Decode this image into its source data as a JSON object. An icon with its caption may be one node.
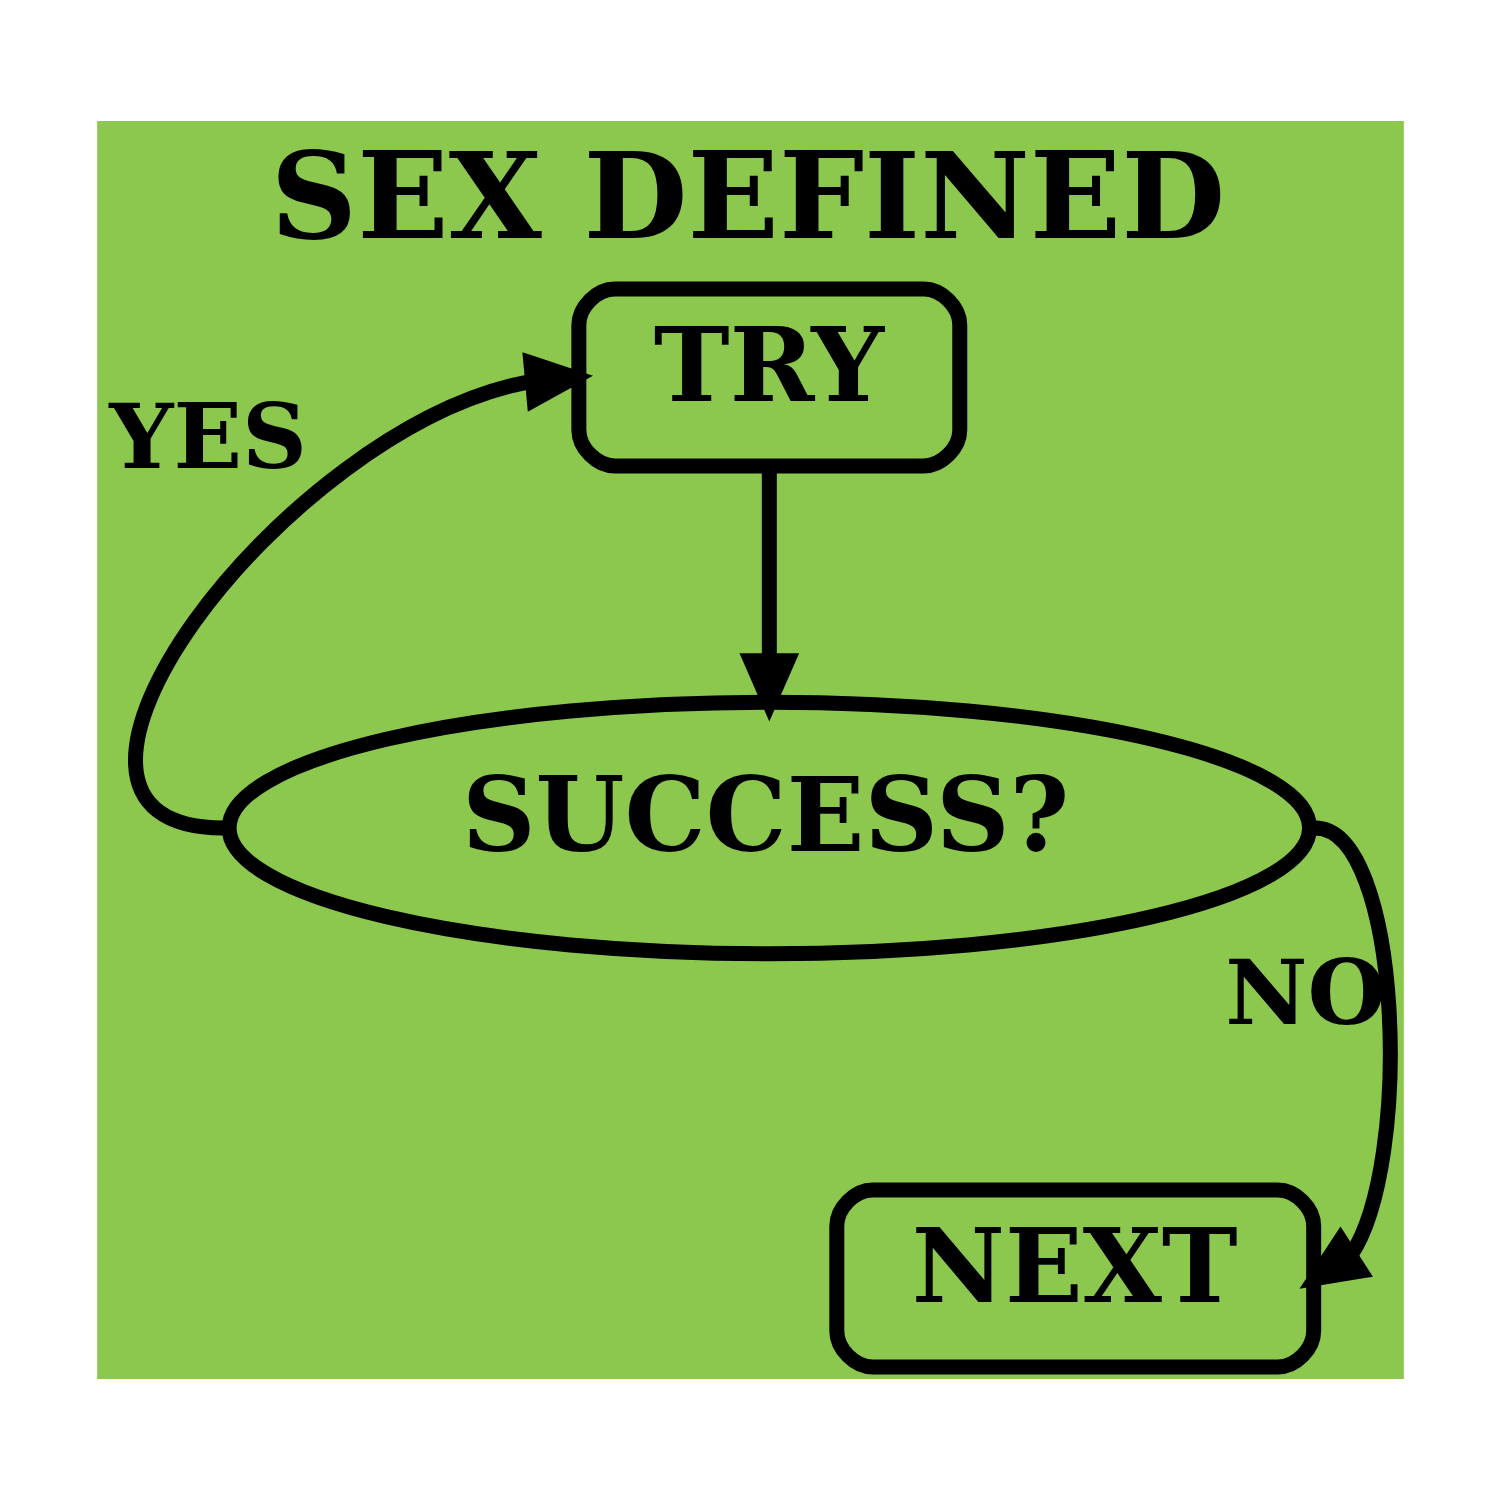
{
  "diagram": {
    "title": "SEX DEFINED",
    "nodes": [
      {
        "text": [
          "TRY"
        ]
      },
      {
        "text": [
          "SUCCESS?"
        ]
      },
      {
        "text": [
          "NEXT"
        ]
      }
    ],
    "edges": [
      {
        "from": 0,
        "to": 1,
        "arrow": "to"
      },
      {
        "from": 1,
        "to": 0,
        "label": "YES",
        "arrow": "to"
      },
      {
        "from": 1,
        "to": 2,
        "label": "NO",
        "arrow": "to"
      }
    ]
  }
}
